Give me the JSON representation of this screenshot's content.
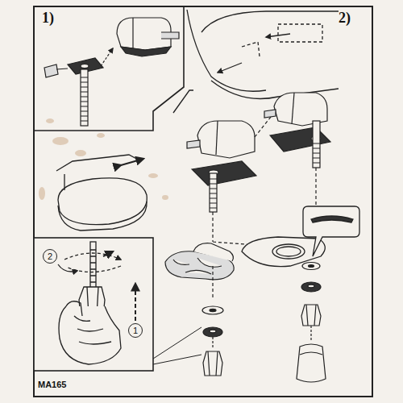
{
  "diagram": {
    "nodes": [
      {
        "text": [
          "2"
        ]
      },
      {
        "text": [
          "1"
        ]
      }
    ],
    "labels": [
      "1)",
      "2)",
      "MA165"
    ]
  }
}
